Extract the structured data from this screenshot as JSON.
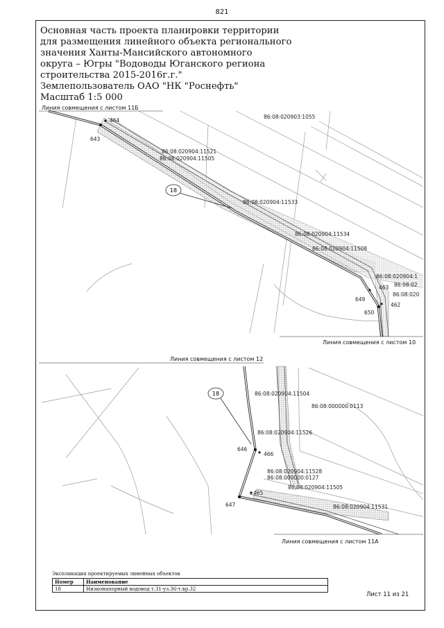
{
  "page": {
    "number": "821"
  },
  "title": {
    "lines": [
      "Основная часть проекта планировки территории",
      "для размещения линейного объекта регионального",
      "значения Ханты-Мансийского автономного",
      "округа – Югры \"Водоводы Юганского региона",
      "строительства 2015-2016г.г.\"",
      "Землепользователь ОАО \"НК \"Роснефть\"",
      "Масштаб 1:5 000"
    ]
  },
  "map_top": {
    "match_line_top": "Линия совмещения с листом 11Б",
    "match_line_bottom": "Линия совмещения с листом 10",
    "parcels": [
      "86:08:020903:1055",
      "86:08:020904:11521",
      "86:08:020904:11505",
      "86:08:020904:11533",
      "86:08:020904:11534",
      "86:08:020904:11508",
      "86:08:020904:1",
      "86:08:02",
      "86:08:020"
    ],
    "points": [
      "464",
      "643",
      "463",
      "649",
      "462",
      "650"
    ],
    "object_marker": "18"
  },
  "map_bottom": {
    "match_line_top": "Линия совмещения с листом 12",
    "match_line_bottom": "Линия совмещения с листом 11А",
    "parcels": [
      "86:08:020904:11504",
      "86:08:000000:0113",
      "86:08:020904:11526",
      "86:08:020904:11528",
      "86:08:000000:0127",
      "86:08:020904:11505",
      "86:08:020904:11531"
    ],
    "points": [
      "646",
      "466",
      "465",
      "647"
    ],
    "object_marker": "18"
  },
  "legend": {
    "caption": "Экспликация проектируемых линейных объектов",
    "headers": {
      "number": "Номер",
      "name": "Наименование"
    },
    "rows": [
      {
        "number": "18",
        "name": "Низконапорный водовод т.31-уз.36-т.вр.32"
      }
    ]
  },
  "sheet": {
    "label": "Лист 11 из 21"
  }
}
